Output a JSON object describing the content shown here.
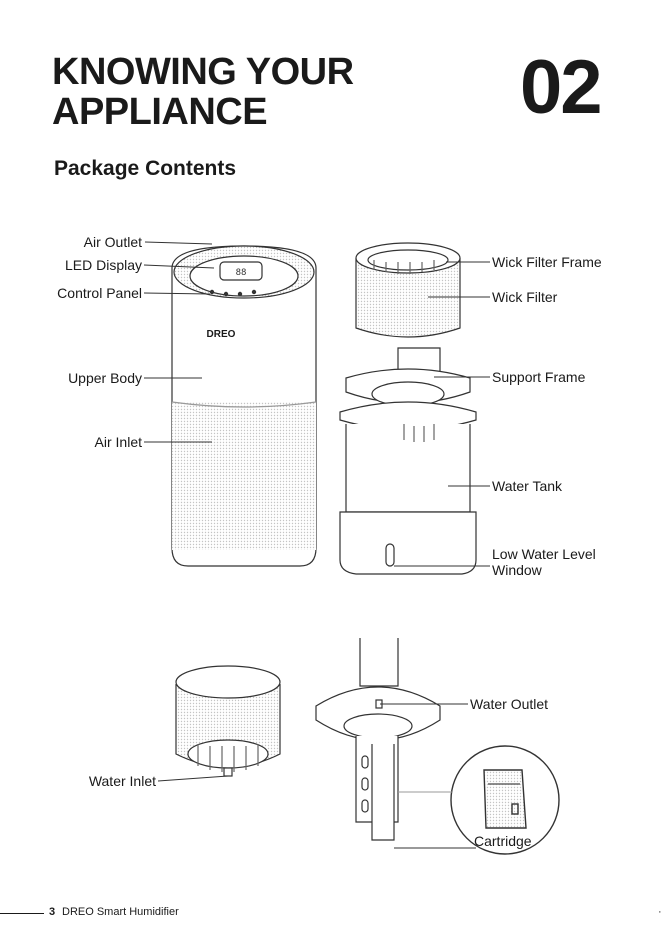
{
  "header": {
    "title_line1": "KNOWING YOUR",
    "title_line2": "APPLIANCE",
    "chapter_number": "02",
    "subtitle": "Package Contents"
  },
  "brand": {
    "logo": "DREO"
  },
  "labels": {
    "air_outlet": "Air Outlet",
    "led_display": "LED Display",
    "control_panel": "Control Panel",
    "upper_body": "Upper Body",
    "air_inlet": "Air Inlet",
    "wick_filter_frame": "Wick Filter Frame",
    "wick_filter": "Wick Filter",
    "support_frame": "Support Frame",
    "water_tank": "Water Tank",
    "low_water_level_line1": "Low Water Level",
    "low_water_level_line2": "Window",
    "water_outlet": "Water Outlet",
    "water_inlet": "Water Inlet",
    "cartridge": "Cartridge"
  },
  "footer": {
    "page_number": "3",
    "product_name": "DREO Smart Humidifier",
    "edge_mark": "·"
  }
}
